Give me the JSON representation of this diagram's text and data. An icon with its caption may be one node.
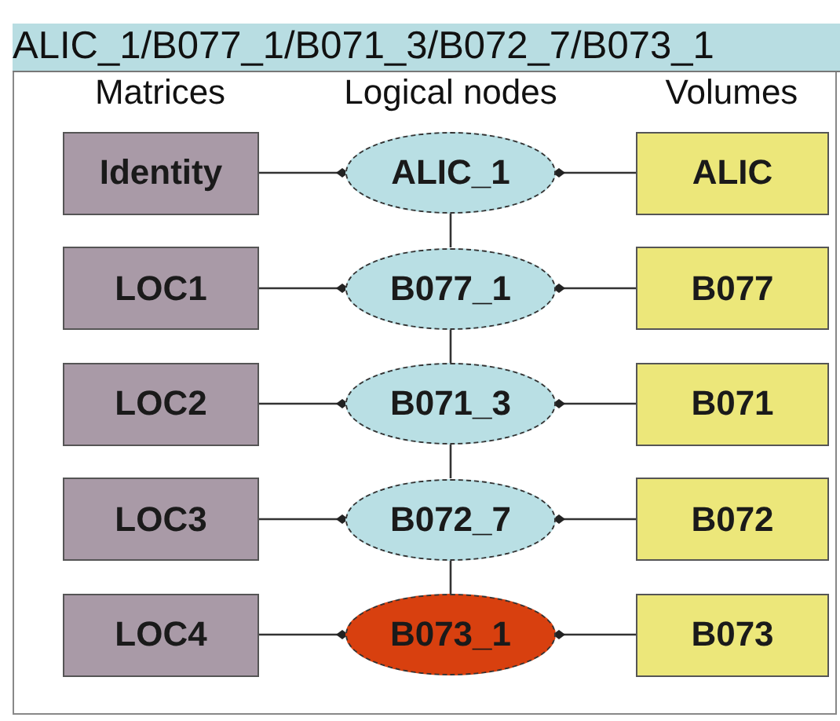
{
  "diagram": {
    "title": "ALIC_1/B077_1/B071_3/B072_7/B073_1",
    "nodes": [
      {
        "text": [
          "Identity"
        ]
      },
      {
        "text": [
          "ALIC_1"
        ]
      },
      {
        "text": [
          "ALIC"
        ]
      },
      {
        "text": [
          "LOC1"
        ]
      },
      {
        "text": [
          "B077_1"
        ]
      },
      {
        "text": [
          "B077"
        ]
      },
      {
        "text": [
          "LOC2"
        ]
      },
      {
        "text": [
          "B071_3"
        ]
      },
      {
        "text": [
          "B071"
        ]
      },
      {
        "text": [
          "LOC3"
        ]
      },
      {
        "text": [
          "B072_7"
        ]
      },
      {
        "text": [
          "B072"
        ]
      },
      {
        "text": [
          "LOC4"
        ]
      },
      {
        "text": [
          "B073_1"
        ]
      },
      {
        "text": [
          "B073"
        ]
      }
    ],
    "edges": [
      {
        "from": 0,
        "to": 1,
        "arrow": "other"
      },
      {
        "from": 2,
        "to": 1,
        "arrow": "other"
      },
      {
        "from": 1,
        "to": 4,
        "arrow": "none"
      },
      {
        "from": 3,
        "to": 4,
        "arrow": "other"
      },
      {
        "from": 5,
        "to": 4,
        "arrow": "other"
      },
      {
        "from": 4,
        "to": 7,
        "arrow": "none"
      },
      {
        "from": 6,
        "to": 7,
        "arrow": "other"
      },
      {
        "from": 8,
        "to": 7,
        "arrow": "other"
      },
      {
        "from": 7,
        "to": 10,
        "arrow": "none"
      },
      {
        "from": 9,
        "to": 10,
        "arrow": "other"
      },
      {
        "from": 11,
        "to": 10,
        "arrow": "other"
      },
      {
        "from": 10,
        "to": 13,
        "arrow": "none"
      },
      {
        "from": 12,
        "to": 13,
        "arrow": "other"
      },
      {
        "from": 14,
        "to": 13,
        "arrow": "other"
      }
    ],
    "labels": [
      "Matrices",
      "Logical nodes",
      "Volumes"
    ]
  }
}
